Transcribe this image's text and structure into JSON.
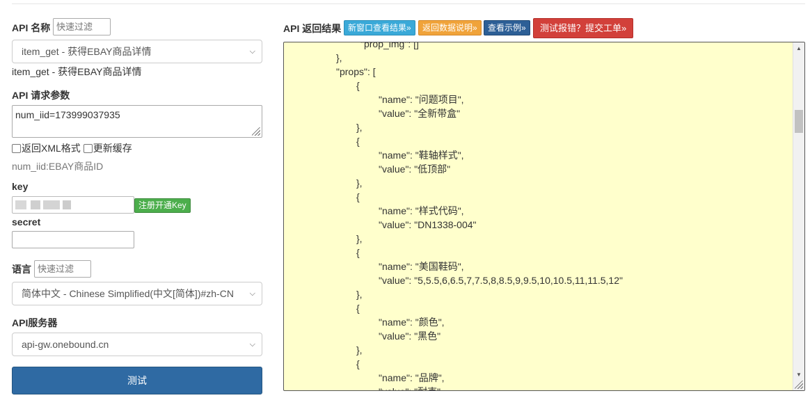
{
  "left": {
    "api_name_label": "API 名称",
    "api_filter_placeholder": "快速过滤",
    "api_select_value": "item_get - 获得EBAY商品详情",
    "api_description": "item_get - 获得EBAY商品详情",
    "params_label": "API 请求参数",
    "params_value": "num_iid=173999037935",
    "checkbox_xml_label": "返回XML格式",
    "checkbox_cache_label": "更新缓存",
    "param_hint": "num_iid:EBAY商品ID",
    "key_label": "key",
    "register_key_button": "注册开通Key",
    "secret_label": "secret",
    "lang_label": "语言",
    "lang_filter_placeholder": "快速过滤",
    "lang_select_value": "简体中文 - Chinese Simplified(中文[简体])#zh-CN",
    "server_label": "API服务器",
    "server_select_value": "api-gw.onebound.cn",
    "test_button": "测试"
  },
  "right": {
    "result_label": "API 返回结果",
    "buttons": {
      "open_new_window": "新窗口查看结果»",
      "data_doc": "返回数据说明»",
      "view_example": "查看示例»",
      "report_error": "测试报错？提交工单»"
    },
    "code_lines": [
      "\"prop_img\": []",
      "},",
      "\"props\": [",
      "{",
      "\"name\": \"问题项目\",",
      "\"value\": \"全新带盒\"",
      "},",
      "{",
      "\"name\": \"鞋轴样式\",",
      "\"value\": \"低顶部\"",
      "},",
      "{",
      "\"name\": \"样式代码\",",
      "\"value\": \"DN1338-004\"",
      "},",
      "{",
      "\"name\": \"美国鞋码\",",
      "\"value\": \"5,5.5,6,6.5,7,7.5,8,8.5,9,9.5,10,10.5,11,11.5,12\"",
      "},",
      "{",
      "\"name\": \"颜色\",",
      "\"value\": \"黑色\"",
      "},",
      "{",
      "\"name\": \"品牌\",",
      "\"value\": \"耐克\""
    ]
  }
}
